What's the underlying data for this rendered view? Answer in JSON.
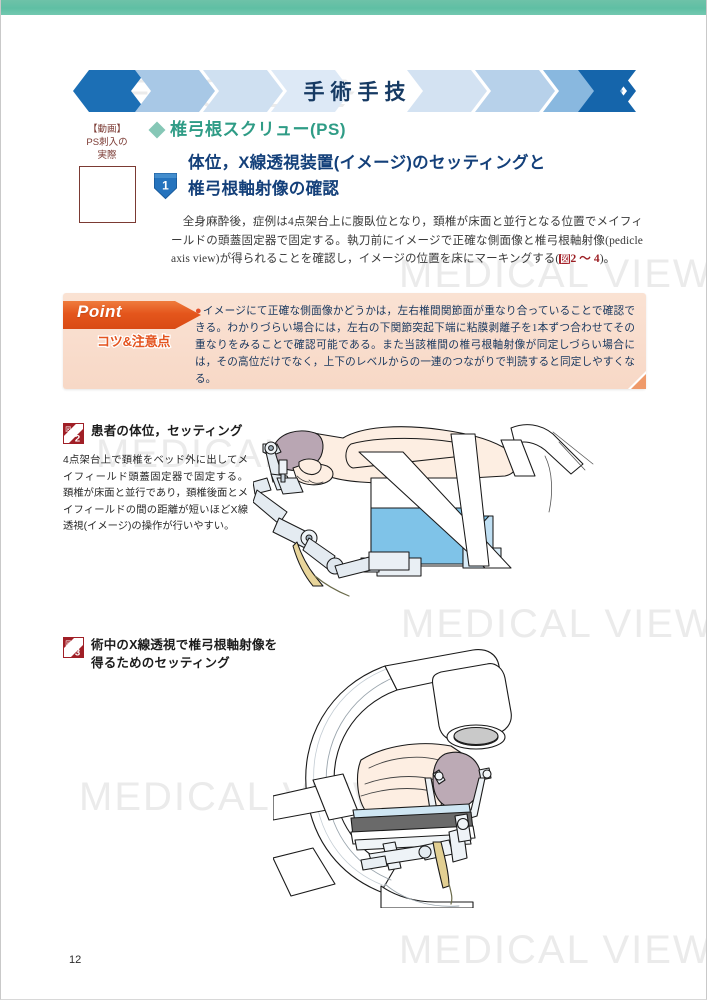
{
  "page": {
    "number": "12",
    "watermark": "MEDICAL VIEW",
    "top_band_color": "#5fbfa4"
  },
  "banner": {
    "title": "手術手技",
    "title_color": "#163a63",
    "chevron_colors": [
      "#1c6fb5",
      "#9fc3e3",
      "#cddff0",
      "#dbe8f5",
      "#c6daee",
      "#b0cde8",
      "#8fbbdf",
      "#4d94cf",
      "#1464ab"
    ]
  },
  "video_box": {
    "line1": "【動画】",
    "line2": "PS刺入の",
    "line3": "実際",
    "text_color": "#7b3a33",
    "qr_label": "qr-code-placeholder"
  },
  "section": {
    "heading": "椎弓根スクリュー(PS)",
    "heading_color": "#2f9c86",
    "badge_number": "1",
    "subsection_line1": "体位，X線透視装置(イメージ)のセッティングと",
    "subsection_line2": "椎弓根軸射像の確認",
    "subsection_color": "#14407a"
  },
  "body": {
    "paragraph_part1": "　全身麻酔後，症例は4点架台上に腹臥位となり，頚椎が床面と並行となる位置でメイフィールドの頭蓋固定器で固定する。執刀前にイメージで正確な側面像と椎弓根軸射像(pedicle axis view)が得られることを確認し，イメージの位置を床にマーキングする(",
    "figure_ref_box": "図",
    "figure_ref_text": "2 ～ 4",
    "paragraph_part2": ")。"
  },
  "point": {
    "tag_label": "Point",
    "subtitle": "コツ&注意点",
    "tag_color": "#e2571f",
    "subtitle_color": "#e4541f",
    "background_color": "#f9ddcd",
    "text_color": "#16365e",
    "bullet": "●",
    "text": "イメージにて正確な側面像かどうかは，左右椎間関節面が重なり合っていることで確認できる。わかりづらい場合には，左右の下関節突起下端に粘膜剥離子を1本ずつ合わせてその重なりをみることで確認可能である。また当該椎間の椎弓根軸射像が同定しづらい場合には，その高位だけでなく，上下のレベルからの一連のつながりで判読すると同定しやすくなる。"
  },
  "figures": [
    {
      "badge_kanji": "図",
      "badge_number": "2",
      "badge_color": "#a01f26",
      "title": "患者の体位，セッティング",
      "caption": "4点架台上で頚椎をベッド外に出してメイフィールド頭蓋固定器で固定する。頚椎が床面と並行であり，頚椎後面とメイフィールドの間の距離が短いほどX線透視(イメージ)の操作が行いやすい。",
      "illustration": "prone-patient-mayfield-head-holder"
    },
    {
      "badge_kanji": "図",
      "badge_number": "3",
      "badge_color": "#a01f26",
      "title": "術中のX線透視で椎弓根軸射像を得るためのセッティング",
      "caption": "",
      "illustration": "c-arm-fluoroscope-over-patient"
    }
  ]
}
